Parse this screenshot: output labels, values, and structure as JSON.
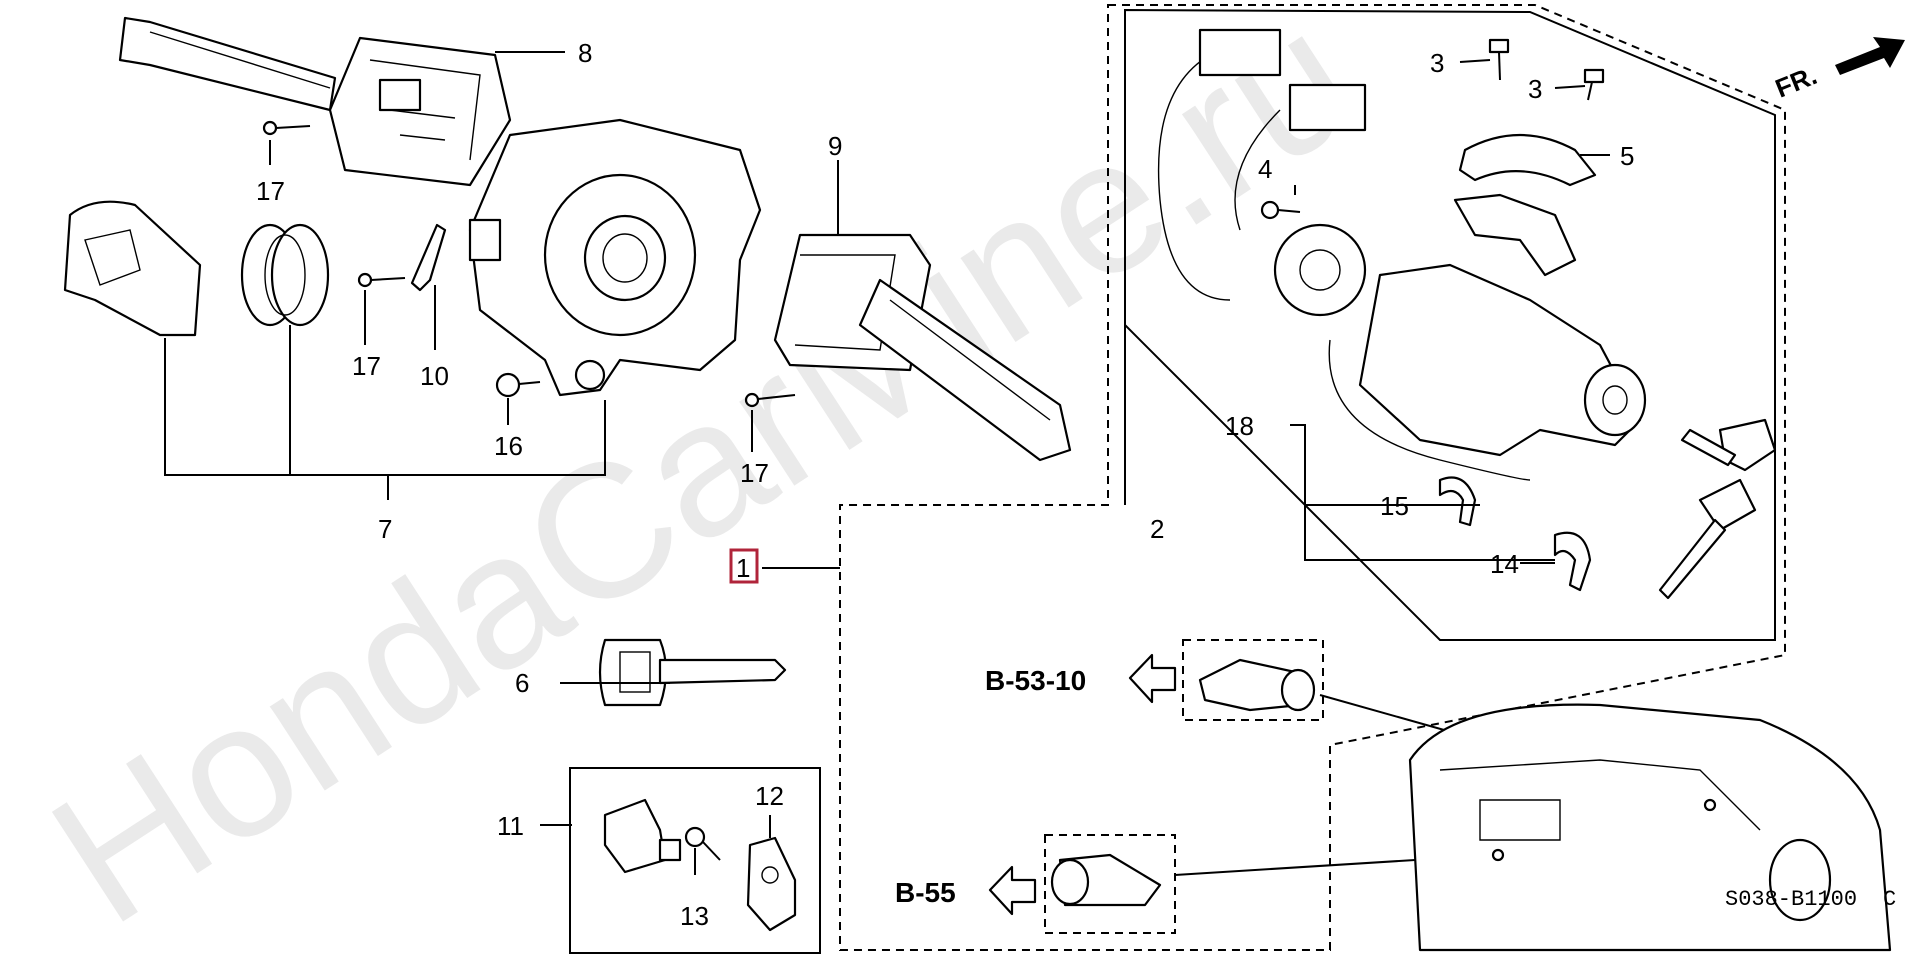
{
  "watermark": "HondaCarMine.ru",
  "direction": {
    "label": "FR."
  },
  "diagram_code": "S038-B1100",
  "diagram_code_suffix": "C",
  "references": {
    "b5310": "B-53-10",
    "b55": "B-55"
  },
  "callouts": {
    "c1": "1",
    "c2": "2",
    "c3a": "3",
    "c3b": "3",
    "c4": "4",
    "c5": "5",
    "c6": "6",
    "c7": "7",
    "c8": "8",
    "c9": "9",
    "c10": "10",
    "c11": "11",
    "c12": "12",
    "c13": "13",
    "c14": "14",
    "c15": "15",
    "c16": "16",
    "c17a": "17",
    "c17b": "17",
    "c17c": "17",
    "c18": "18"
  },
  "colors": {
    "highlight": "#b0243a",
    "ink": "#000000"
  }
}
